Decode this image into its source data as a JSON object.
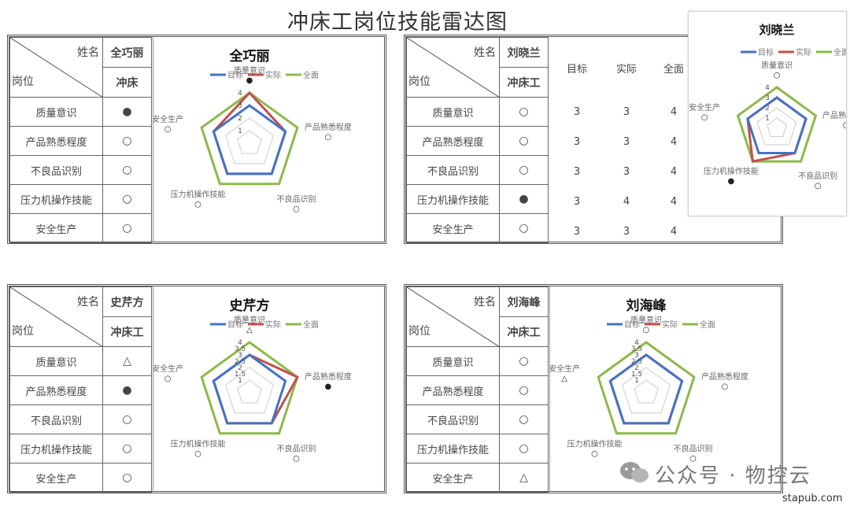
{
  "title": "冲床工岗位技能雷达图",
  "header_labels": {
    "name": "姓名",
    "post": "岗位"
  },
  "legend": [
    "目标",
    "实际",
    "全面"
  ],
  "colors": {
    "target": "#4472c4",
    "actual": "#c0504d",
    "full": "#8cb94a",
    "grid": "#cccccc"
  },
  "skills": [
    "质量意识",
    "产品熟悉程度",
    "不良品识别",
    "压力机操作技能",
    "安全生产"
  ],
  "cards": [
    {
      "name": "全巧丽",
      "post": "冲床",
      "marks": [
        "●",
        "○",
        "○",
        "○",
        "○"
      ],
      "chart_title": "全巧丽"
    },
    {
      "name": "刘晓兰",
      "post": "冲床工",
      "marks": [
        "○",
        "○",
        "○",
        "●",
        "○"
      ],
      "col_headers": [
        "目标",
        "实际",
        "全面"
      ],
      "rows": [
        [
          "3",
          "3",
          "4"
        ],
        [
          "3",
          "3",
          "4"
        ],
        [
          "3",
          "3",
          "4"
        ],
        [
          "3",
          "4",
          "4"
        ],
        [
          "3",
          "3",
          "4"
        ]
      ]
    },
    {
      "name": "史芹方",
      "post": "冲床工",
      "marks": [
        "△",
        "●",
        "○",
        "○",
        "○"
      ],
      "chart_title": "史芹方"
    },
    {
      "name": "刘海峰",
      "post": "冲床工",
      "marks": [
        "○",
        "○",
        "○",
        "○",
        "△"
      ],
      "chart_title": "刘海峰"
    }
  ],
  "float_chart_title": "刘晓兰",
  "chart_data": [
    {
      "type": "radar",
      "title": "全巧丽",
      "categories": [
        "质量意识",
        "产品熟悉程度",
        "不良品识别",
        "压力机操作技能",
        "安全生产"
      ],
      "category_marks": [
        "●",
        "○",
        "○",
        "○",
        "○"
      ],
      "ticks": [
        "1",
        "2",
        "3",
        "4"
      ],
      "series": [
        {
          "name": "目标",
          "values": [
            3,
            3,
            3,
            3,
            3
          ]
        },
        {
          "name": "实际",
          "values": [
            4,
            3,
            3,
            3,
            3
          ]
        },
        {
          "name": "全面",
          "values": [
            4,
            4,
            4,
            4,
            4
          ]
        }
      ]
    },
    {
      "type": "radar",
      "title": "刘晓兰",
      "categories": [
        "质量意识",
        "产品熟悉程度",
        "不良品识别",
        "压力机操作技能",
        "安全生产"
      ],
      "category_marks": [
        "○",
        "○",
        "○",
        "●",
        "○"
      ],
      "ticks": [
        "1",
        "2",
        "3",
        "4"
      ],
      "series": [
        {
          "name": "目标",
          "values": [
            3,
            3,
            3,
            3,
            3
          ]
        },
        {
          "name": "实际",
          "values": [
            3,
            3,
            3,
            4,
            3
          ]
        },
        {
          "name": "全面",
          "values": [
            4,
            4,
            4,
            4,
            4
          ]
        }
      ]
    },
    {
      "type": "radar",
      "title": "史芹方",
      "categories": [
        "质量意识",
        "产品熟悉程度",
        "不良品识别",
        "压力机操作技能",
        "安全生产"
      ],
      "category_marks": [
        "△",
        "●",
        "○",
        "○",
        "○"
      ],
      "ticks": [
        "1",
        "1.5",
        "2",
        "2.5",
        "3",
        "3.5",
        "4"
      ],
      "series": [
        {
          "name": "目标",
          "values": [
            3,
            3,
            3,
            3,
            3
          ]
        },
        {
          "name": "实际",
          "values": [
            3,
            4,
            3,
            3,
            3
          ]
        },
        {
          "name": "全面",
          "values": [
            4,
            4,
            4,
            4,
            4
          ]
        }
      ]
    },
    {
      "type": "radar",
      "title": "刘海峰",
      "categories": [
        "质量意识",
        "产品熟悉程度",
        "不良品识别",
        "压力机操作技能",
        "安全生产"
      ],
      "category_marks": [
        "○",
        "○",
        "○",
        "○",
        "△"
      ],
      "ticks": [
        "1",
        "1.5",
        "2",
        "2.5",
        "3",
        "3.5",
        "4"
      ],
      "series": [
        {
          "name": "目标",
          "values": [
            3,
            3,
            3,
            3,
            3
          ]
        },
        {
          "name": "实际",
          "values": [
            3,
            3,
            3,
            3,
            3
          ]
        },
        {
          "name": "全面",
          "values": [
            4,
            4,
            4,
            4,
            4
          ]
        }
      ]
    }
  ],
  "watermark": "公众号 · 物控云",
  "site": "stapub.com"
}
